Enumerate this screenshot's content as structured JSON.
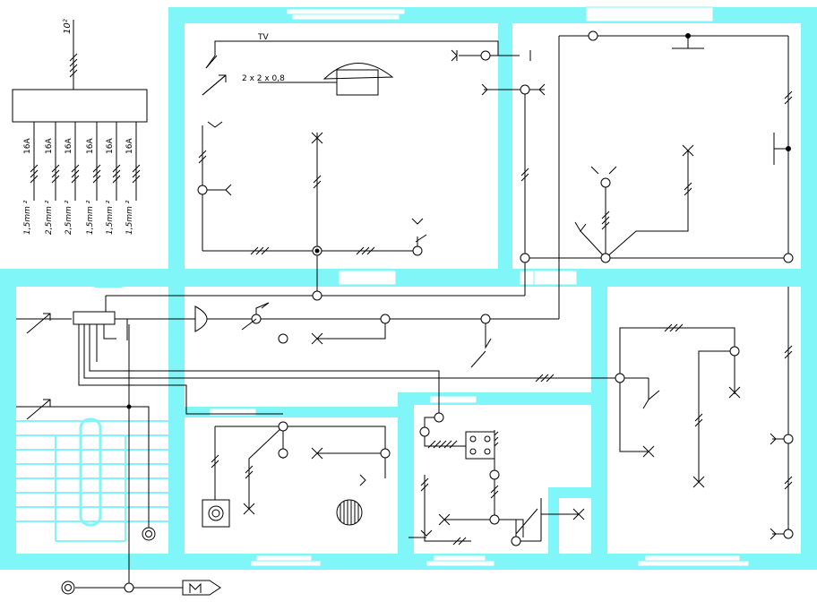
{
  "panel": {
    "feed_label": "10²",
    "breakers": [
      "16A",
      "16A",
      "16A",
      "16A",
      "16A",
      "16A"
    ],
    "cables": [
      "1,5mm ²",
      "2,5mm ²",
      "2,5mm ²",
      "1,5mm ²",
      "1,5mm ²",
      "1,5mm ²"
    ]
  },
  "labels": {
    "tv": "TV",
    "phone_cable": "2 x 2 x 0,8"
  },
  "colors": {
    "wall": "#80f6f8",
    "wiring": "#000000",
    "background": "#ffffff"
  }
}
